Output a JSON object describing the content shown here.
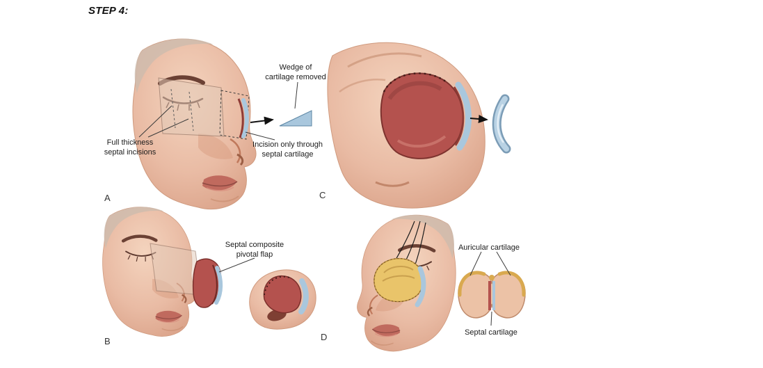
{
  "page": {
    "title": "STEP 4:"
  },
  "figure": {
    "letters": {
      "a": "A",
      "b": "B",
      "c": "C",
      "d": "D"
    },
    "labels": {
      "wedge": "Wedge of\ncartilage removed",
      "full_thickness": "Full thickness\nseptal incisions",
      "incision_only": "Incision only through\nseptal cartilage",
      "septal_composite": "Septal composite\npivotal flap",
      "auricular": "Auricular cartilage",
      "septal": "Septal cartilage"
    },
    "colors": {
      "skin": "#e9bba4",
      "cartilage_blue": "#a9c7dd",
      "flap_red": "#b4524e",
      "graft_yellow": "#e9c46a",
      "incision_line": "#3a3a3a"
    }
  }
}
